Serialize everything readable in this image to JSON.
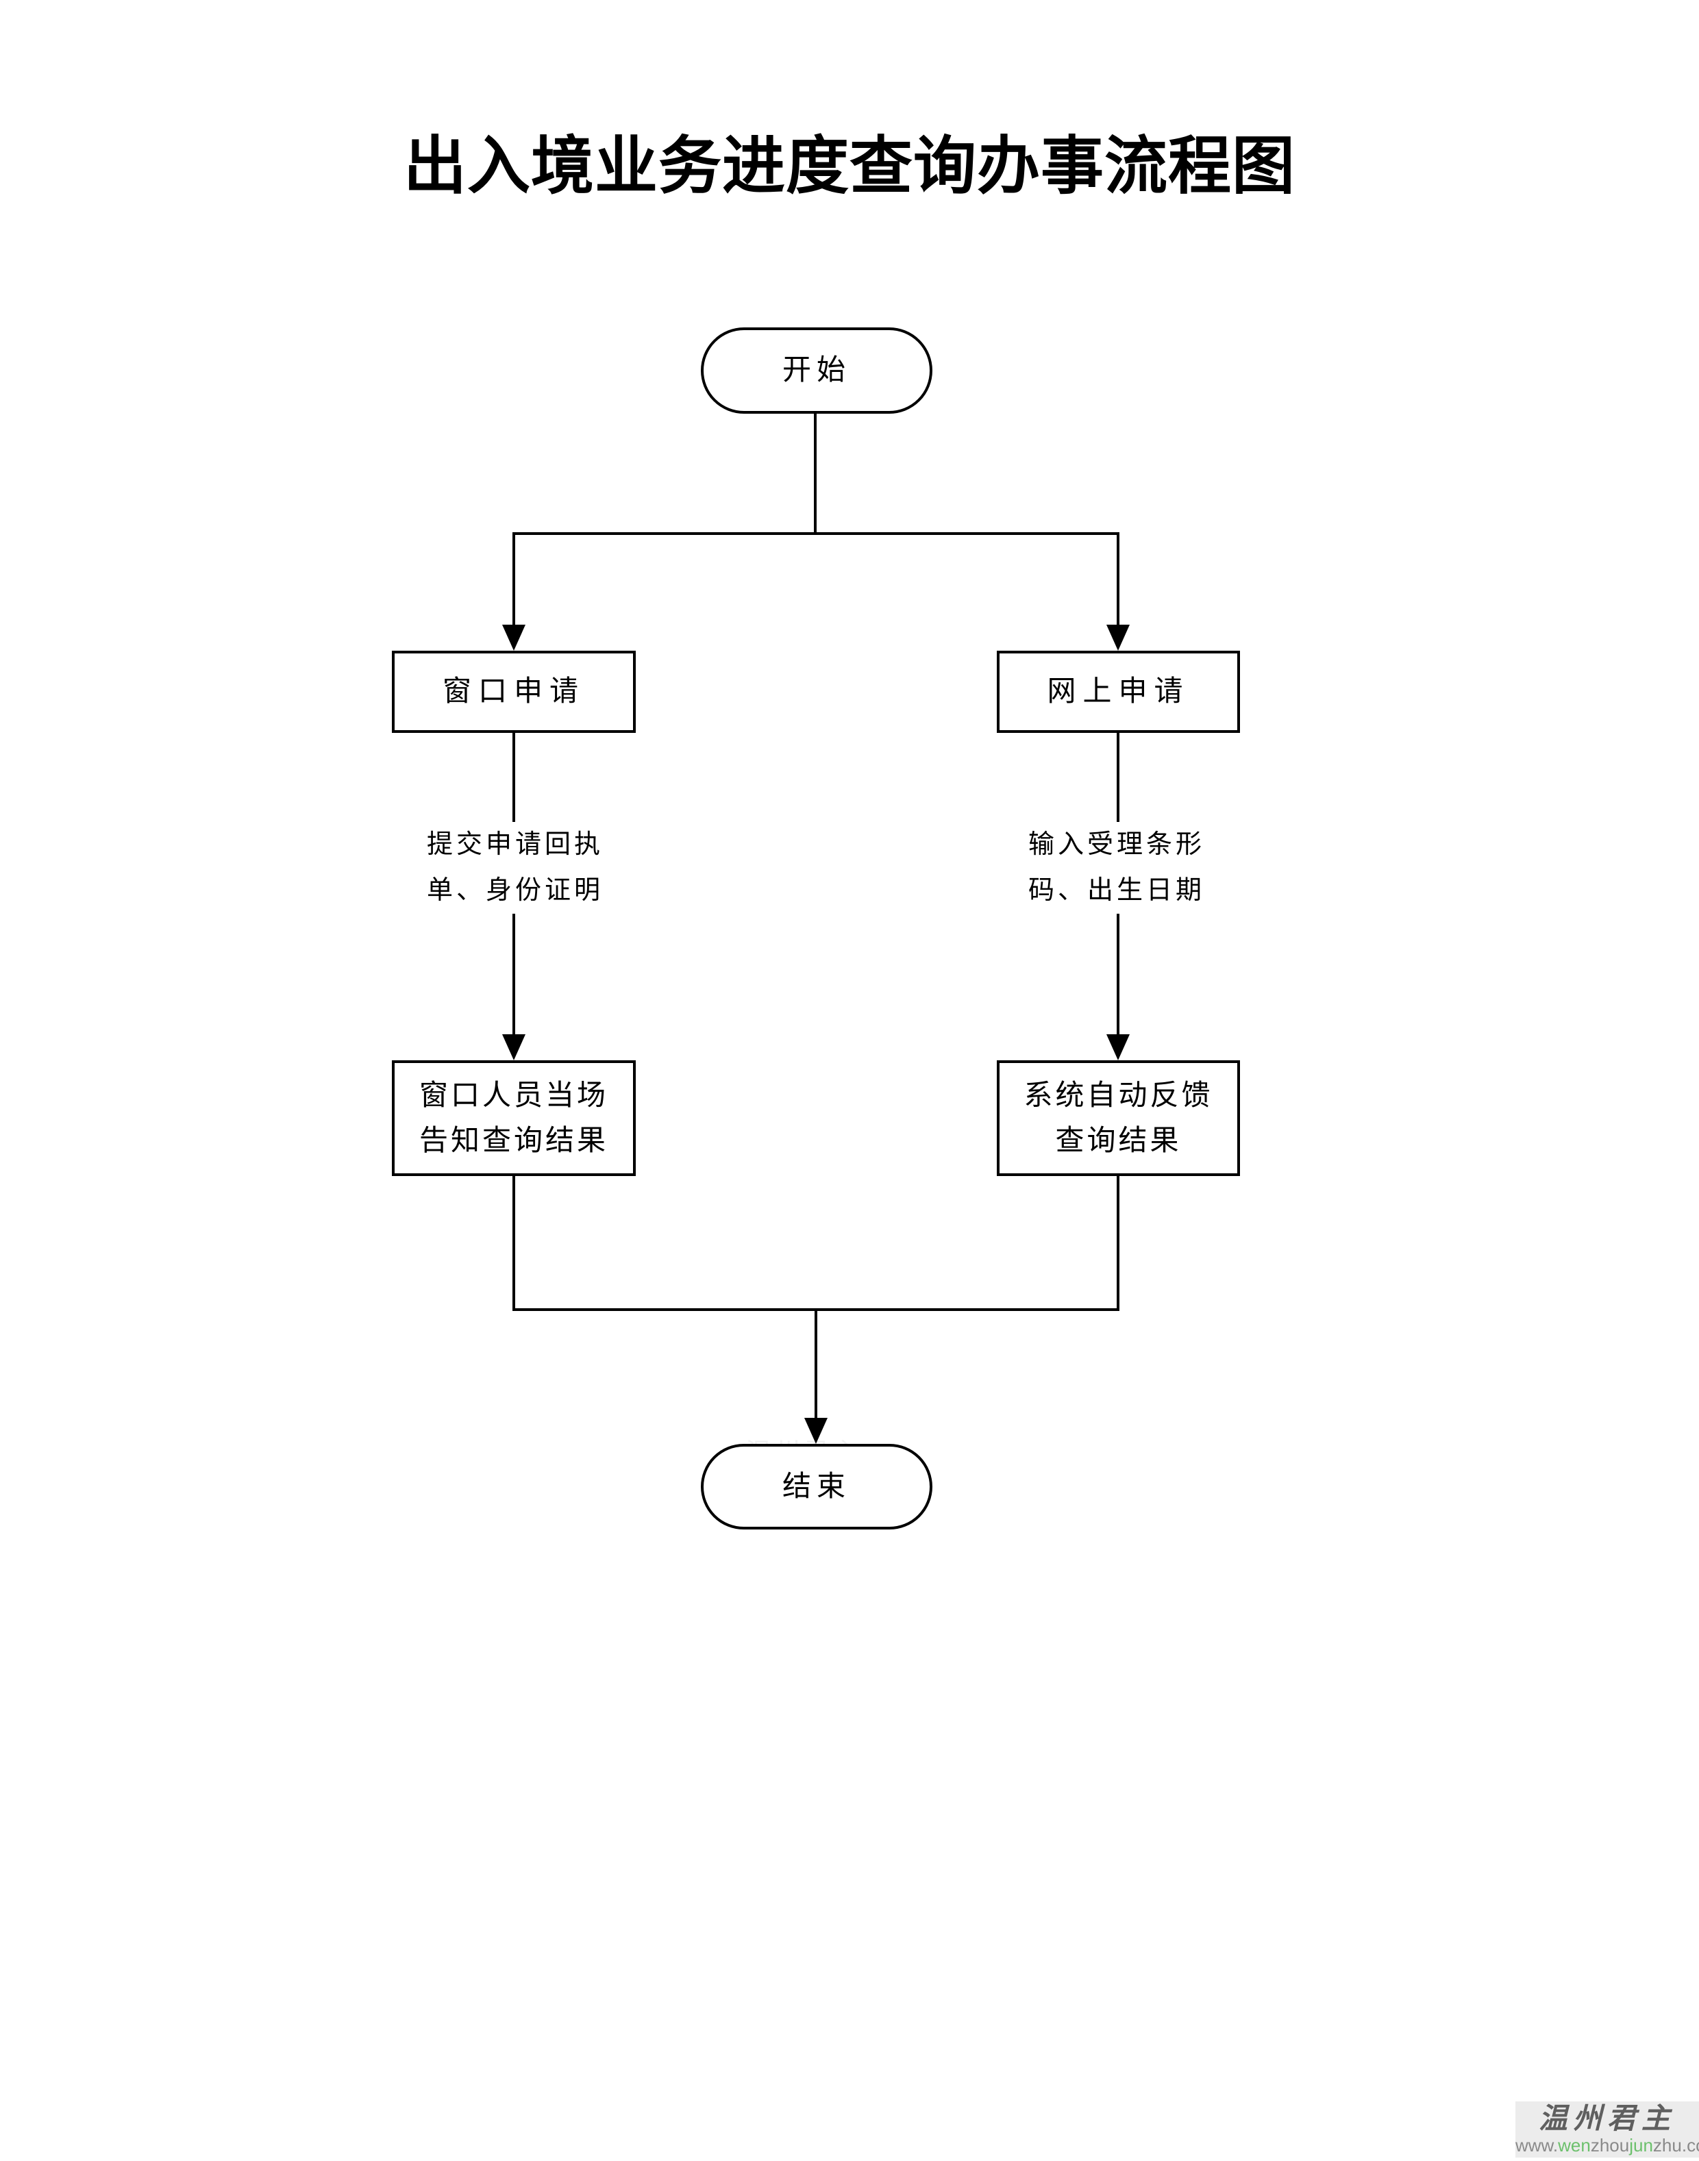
{
  "page": {
    "title": "出入境业务进度查询办事流程图",
    "background_color": "#ffffff",
    "line_color": "#000000",
    "text_color": "#000000"
  },
  "flowchart": {
    "nodes": {
      "start": {
        "shape": "terminator",
        "label": "开始"
      },
      "window_apply": {
        "shape": "process",
        "label": "窗口申请"
      },
      "online_apply": {
        "shape": "process",
        "label": "网上申请"
      },
      "window_result": {
        "shape": "process",
        "label": "窗口人员当场告知查询结果",
        "line1": "窗口人员当场",
        "line2": "告知查询结果"
      },
      "system_result": {
        "shape": "process",
        "label": "系统自动反馈查询结果",
        "line1": "系统自动反馈",
        "line2": "查询结果"
      },
      "end": {
        "shape": "terminator",
        "label": "结束"
      }
    },
    "edge_labels": {
      "window_submit": {
        "label": "提交申请回执单、身份证明",
        "line1": "提交申请回执",
        "line2": "单、身份证明"
      },
      "online_input": {
        "label": "输入受理条形码、出生日期",
        "line1": "输入受理条形",
        "line2": "码、出生日期"
      }
    },
    "edges": [
      {
        "from": "start",
        "to": "window_apply",
        "label": ""
      },
      {
        "from": "start",
        "to": "online_apply",
        "label": ""
      },
      {
        "from": "window_apply",
        "to": "window_result",
        "label": "提交申请回执单、身份证明"
      },
      {
        "from": "online_apply",
        "to": "system_result",
        "label": "输入受理条形码、出生日期"
      },
      {
        "from": "window_result",
        "to": "end",
        "label": ""
      },
      {
        "from": "system_result",
        "to": "end",
        "label": ""
      }
    ]
  },
  "ghost_watermark_text": "温州君主",
  "watermark": {
    "name": "温州君主",
    "name_color": "#5f5f5f",
    "background": "#ececec",
    "url_parts": [
      {
        "text": "www.",
        "color": "#8a8a8a"
      },
      {
        "text": "wen",
        "color": "#6cc06c"
      },
      {
        "text": "zhou",
        "color": "#8a8a8a"
      },
      {
        "text": "jun",
        "color": "#6cc06c"
      },
      {
        "text": "zhu.com",
        "color": "#8a8a8a"
      }
    ]
  }
}
